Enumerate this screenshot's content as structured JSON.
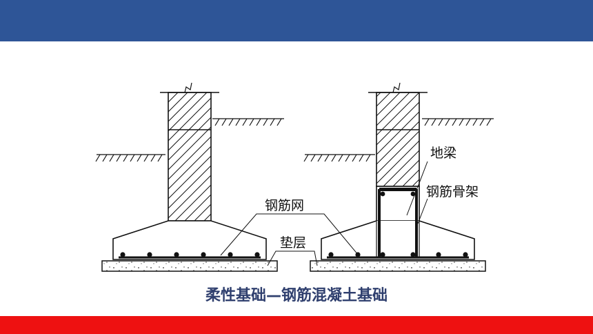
{
  "diagram": {
    "labels": {
      "rebar_mesh": "钢筋网",
      "cushion": "垫层",
      "ground_beam": "地梁",
      "rebar_cage": "钢筋骨架"
    },
    "caption": "柔性基础—钢筋混凝土基础"
  },
  "colors": {
    "header": "#2e5597",
    "footer": "#ee1111",
    "caption": "#2f3f6e"
  }
}
